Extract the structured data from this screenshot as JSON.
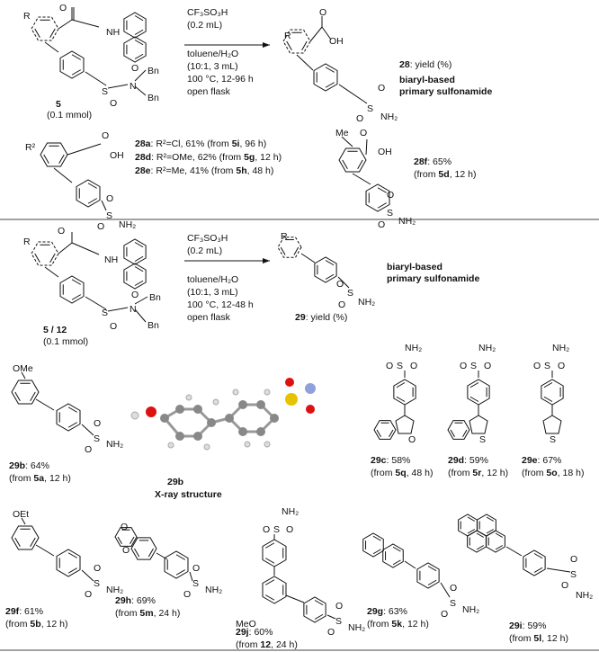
{
  "part1": {
    "start_label": "5",
    "start_amount": "(0.1 mmol)",
    "reagent": "CF₃SO₃H",
    "reagent_amount": "(0.2 mL)",
    "solvent": "toluene/H₂O",
    "solvent_ratio": "(10:1, 3 mL)",
    "temp_time": "100 °C, 12-96 h",
    "atmosphere": "open flask",
    "product_label": "28",
    "product_caption": ": yield (%)",
    "class_line1": "biaryl-based",
    "class_line2": "primary sulfonamide",
    "atom_R": "R",
    "atom_N": "N",
    "atom_H_amide": "H",
    "atom_OH": "OH",
    "bn1": "Bn",
    "bn2": "Bn",
    "nh2": "NH₂",
    "examples": [
      {
        "id": "28a",
        "text": ": R²=Cl, 61% (from ",
        "src": "5i",
        "tail": ", 96 h)"
      },
      {
        "id": "28d",
        "text": ": R²=OMe, 62% (from ",
        "src": "5g",
        "tail": ", 12 h)"
      },
      {
        "id": "28e",
        "text": ": R²=Me, 41% (from ",
        "src": "5h",
        "tail": ", 48 h)"
      }
    ],
    "r2_label": "R²",
    "f28": {
      "id": "28f",
      "yield": ": 65%",
      "from": "(from ",
      "src": "5d",
      "tail": ", 12 h)",
      "me": "Me"
    }
  },
  "part2": {
    "start_label": "5 / 12",
    "start_amount": "(0.1 mmol)",
    "reagent": "CF₃SO₃H",
    "reagent_amount": "(0.2 mL)",
    "solvent": "toluene/H₂O",
    "solvent_ratio": "(10:1, 3 mL)",
    "temp_time": "100 °C, 12-48 h",
    "atmosphere": "open flask",
    "product_label": "29",
    "product_caption": ": yield (%)",
    "class_line1": "biaryl-based",
    "class_line2": "primary sulfonamide",
    "xray_label": "29b",
    "xray_caption": "X-ray structure",
    "compounds": [
      {
        "id": "29b",
        "yield": ": 64%",
        "src": "5a",
        "time": ", 12 h)",
        "sub": "OMe"
      },
      {
        "id": "29c",
        "yield": ": 58%",
        "src": "5q",
        "time": ", 48 h)",
        "sub": "O"
      },
      {
        "id": "29d",
        "yield": ": 59%",
        "src": "5r",
        "time": ", 12 h)",
        "sub": "S"
      },
      {
        "id": "29e",
        "yield": ": 67%",
        "src": "5o",
        "time": ", 18 h)",
        "sub": "S"
      },
      {
        "id": "29f",
        "yield": ": 61%",
        "src": "5b",
        "time": ", 12 h)",
        "sub": "OEt"
      },
      {
        "id": "29h",
        "yield": ": 69%",
        "src": "5m",
        "time": ", 24 h)",
        "sub": "O"
      },
      {
        "id": "29j",
        "yield": ": 60%",
        "src": "12",
        "time": ", 24 h)",
        "sub": "MeO"
      },
      {
        "id": "29g",
        "yield": ": 63%",
        "src": "5k",
        "time": ", 12 h)",
        "sub": ""
      },
      {
        "id": "29i",
        "yield": ": 59%",
        "src": "5l",
        "time": ", 12 h)",
        "sub": ""
      }
    ],
    "from_prefix": "(from "
  },
  "colors": {
    "carbon": "#888888",
    "oxygen": "#dd1111",
    "sulfur": "#e6c200",
    "nitrogen": "#8fa0dd",
    "hydrogen": "#dddddd"
  }
}
